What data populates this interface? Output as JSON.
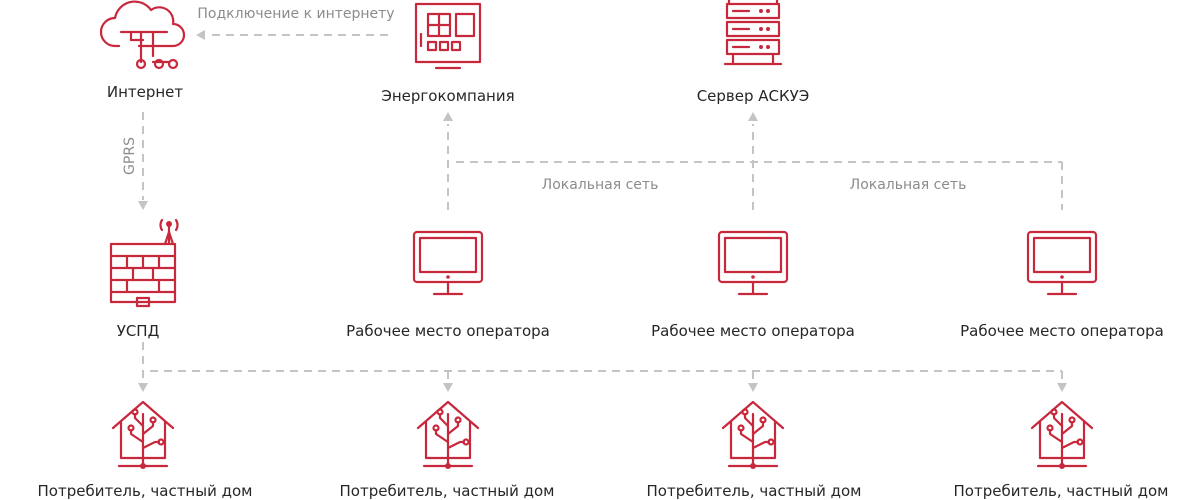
{
  "colors": {
    "accent": "#c8283c",
    "connector": "#c4c4c4",
    "text": "#262626",
    "muted": "#8c8c8c"
  },
  "nodes": {
    "internet": {
      "label": "Интернет",
      "icon": "cloud-network-icon"
    },
    "energy_company": {
      "label": "Энергокомпания",
      "icon": "control-panel-icon"
    },
    "askue_server": {
      "label": "Сервер АСКУЭ",
      "icon": "server-rack-icon"
    },
    "uspd": {
      "label": "УСПД",
      "icon": "data-collector-icon"
    },
    "operator_workstations": [
      {
        "label": "Рабочее место оператора",
        "icon": "monitor-icon"
      },
      {
        "label": "Рабочее место оператора",
        "icon": "monitor-icon"
      },
      {
        "label": "Рабочее место оператора",
        "icon": "monitor-icon"
      }
    ],
    "consumers": [
      {
        "label": "Потребитель, частный дом",
        "icon": "house-icon"
      },
      {
        "label": "Потребитель, частный дом",
        "icon": "house-icon"
      },
      {
        "label": "Потребитель, частный дом",
        "icon": "house-icon"
      },
      {
        "label": "Потребитель, частный дом",
        "icon": "house-icon"
      }
    ]
  },
  "links": {
    "internet_connection": "Подключение к интернету",
    "gprs": "GPRS",
    "local_network": [
      "Локальная сеть",
      "Локальная сеть"
    ]
  }
}
